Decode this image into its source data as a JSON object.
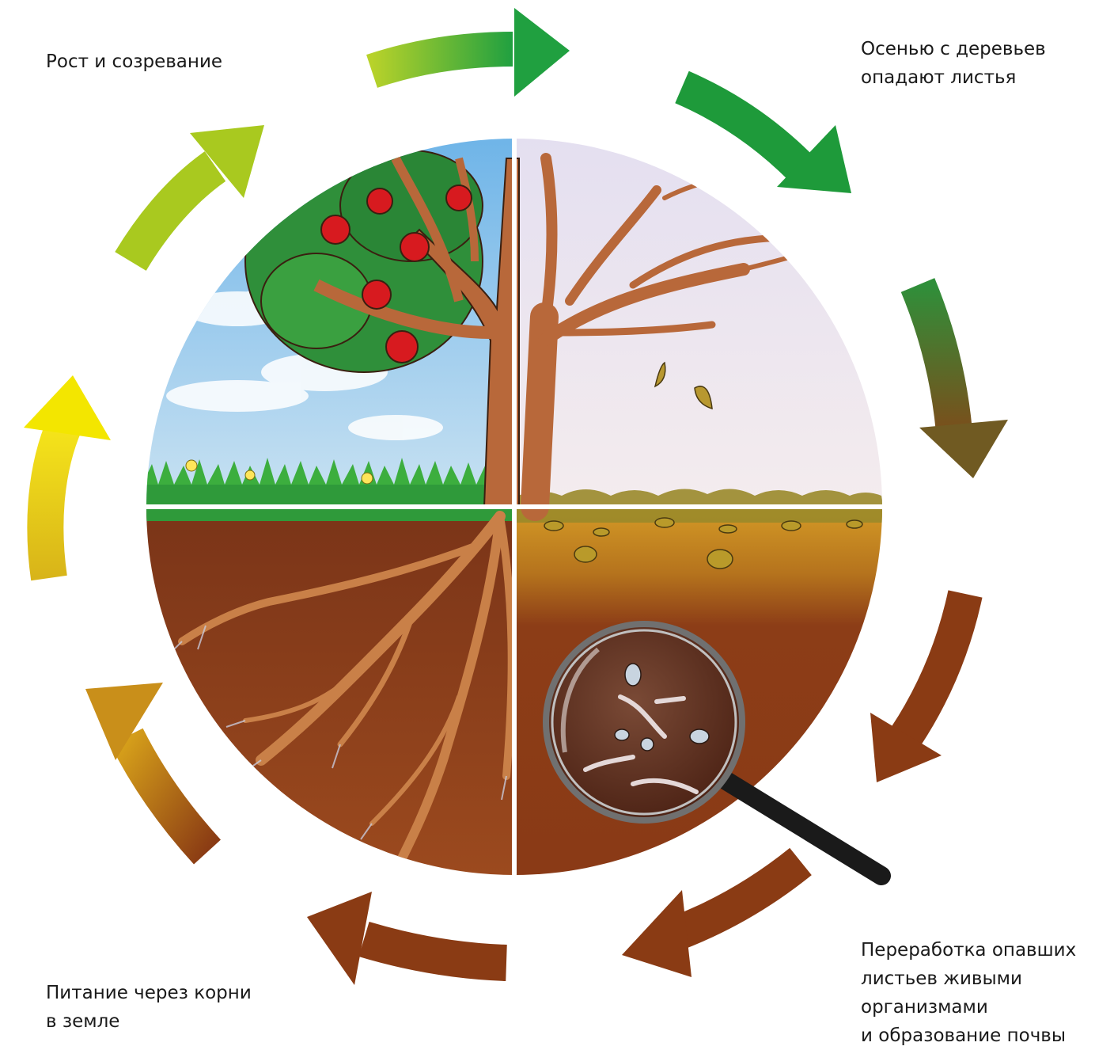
{
  "stages": {
    "growth": {
      "lines": [
        "Рост и созревание"
      ]
    },
    "leaf_fall": {
      "lines": [
        "Осенью с деревьев",
        "опадают листья"
      ]
    },
    "decomposition": {
      "lines": [
        "Переработка опавших",
        "листьев живыми",
        "организмами",
        "и образование почвы"
      ]
    },
    "nutrition": {
      "lines": [
        "Питание через корни",
        "в земле"
      ]
    }
  },
  "colors": {
    "arrow_yellow": "#f3e600",
    "arrow_lime": "#a9c91f",
    "arrow_green": "#1e9a3a",
    "arrow_olive": "#6d6a2a",
    "arrow_brown": "#8a3b14",
    "sky_blue": "#8ec5ec",
    "sky_pale": "#e9e6f2",
    "grass": "#2f9a3a",
    "soil_dark": "#6b2e16",
    "soil_light": "#c4861d",
    "trunk": "#b8683a",
    "apple": "#d71a1f"
  },
  "icons": {
    "cycle_arrows": "clockwise-arrow",
    "magnifier": "magnifying-glass-icon"
  }
}
